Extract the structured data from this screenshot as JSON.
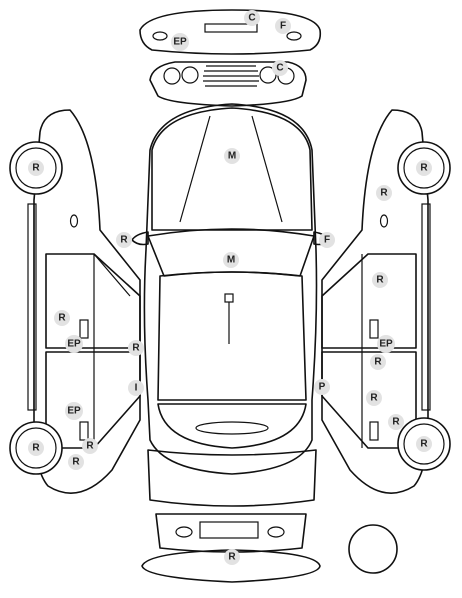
{
  "diagram": {
    "badges": {
      "front_bumper_c": "C",
      "front_bumper_f": "F",
      "front_bumper_ep": "EP",
      "grille_c": "C",
      "hood_m": "M",
      "roof_m": "M",
      "mirror_left_r": "R",
      "mirror_right_f": "F",
      "left_front_wheel_r": "R",
      "left_front_door_r": "R",
      "left_front_door_ep": "EP",
      "left_pillar_r": "R",
      "left_sill_i": "I",
      "left_rear_door_ep": "EP",
      "left_rear_r1": "R",
      "left_rear_r2": "R",
      "left_rear_wheel_r": "R",
      "right_front_wheel_r": "R",
      "right_fender_r": "R",
      "right_front_door_r": "R",
      "right_front_door_ep": "EP",
      "right_pillar_r": "R",
      "right_sill_p": "P",
      "right_rear_door_r": "R",
      "right_rear_r": "R",
      "right_rear_wheel_r": "R",
      "rear_bumper_r": "R"
    }
  }
}
